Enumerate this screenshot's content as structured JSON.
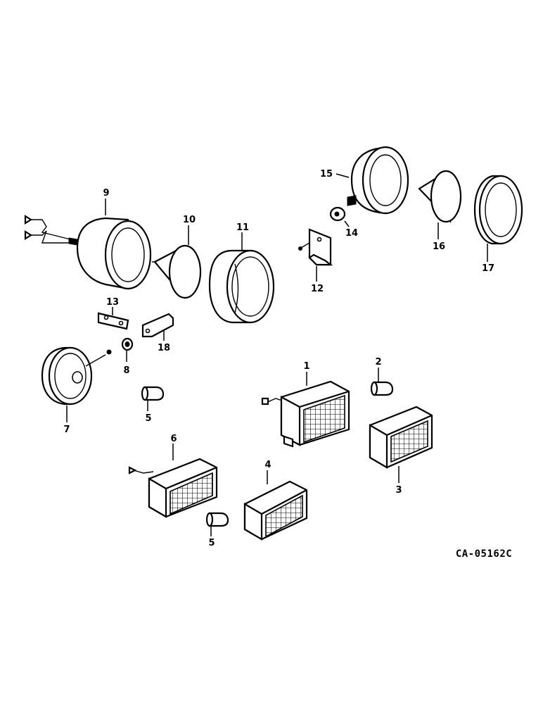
{
  "drawing_id": "CA-05162C",
  "callouts": {
    "p1": "1",
    "p2": "2",
    "p3": "3",
    "p4": "4",
    "p5a": "5",
    "p5b": "5",
    "p6": "6",
    "p7": "7",
    "p8": "8",
    "p9": "9",
    "p10": "10",
    "p11": "11",
    "p12": "12",
    "p13": "13",
    "p14": "14",
    "p15": "15",
    "p16": "16",
    "p17": "17",
    "p18": "18"
  }
}
